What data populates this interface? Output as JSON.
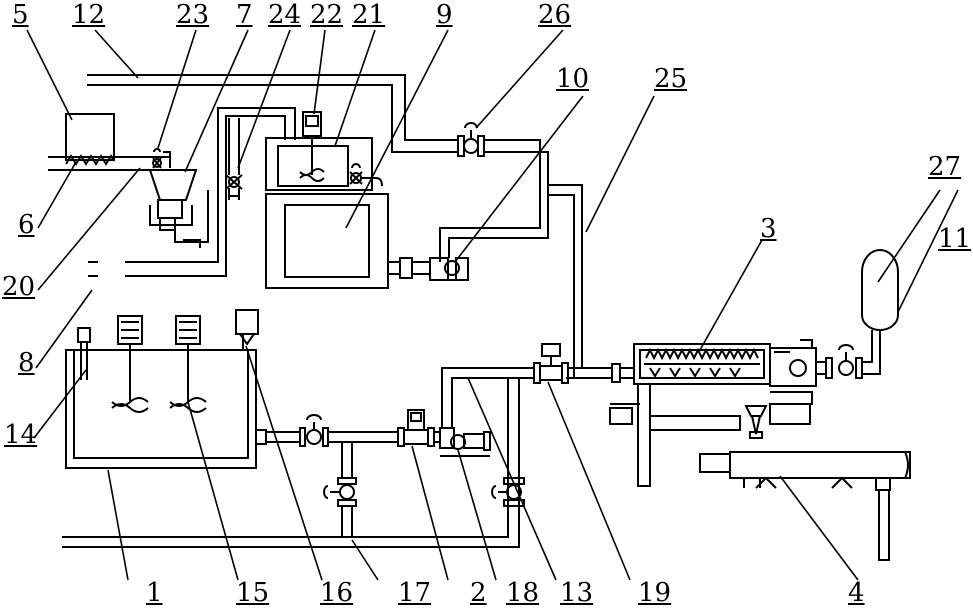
{
  "labels": {
    "n1": "1",
    "n2": "2",
    "n3": "3",
    "n4": "4",
    "n5": "5",
    "n6": "6",
    "n7": "7",
    "n8": "8",
    "n9": "9",
    "n10": "10",
    "n11": "11",
    "n12": "12",
    "n13": "13",
    "n14": "14",
    "n15": "15",
    "n16": "16",
    "n17": "17",
    "n18": "18",
    "n19": "19",
    "n20": "20",
    "n21": "21",
    "n22": "22",
    "n23": "23",
    "n24": "24",
    "n25": "25",
    "n26": "26",
    "n27": "27"
  }
}
